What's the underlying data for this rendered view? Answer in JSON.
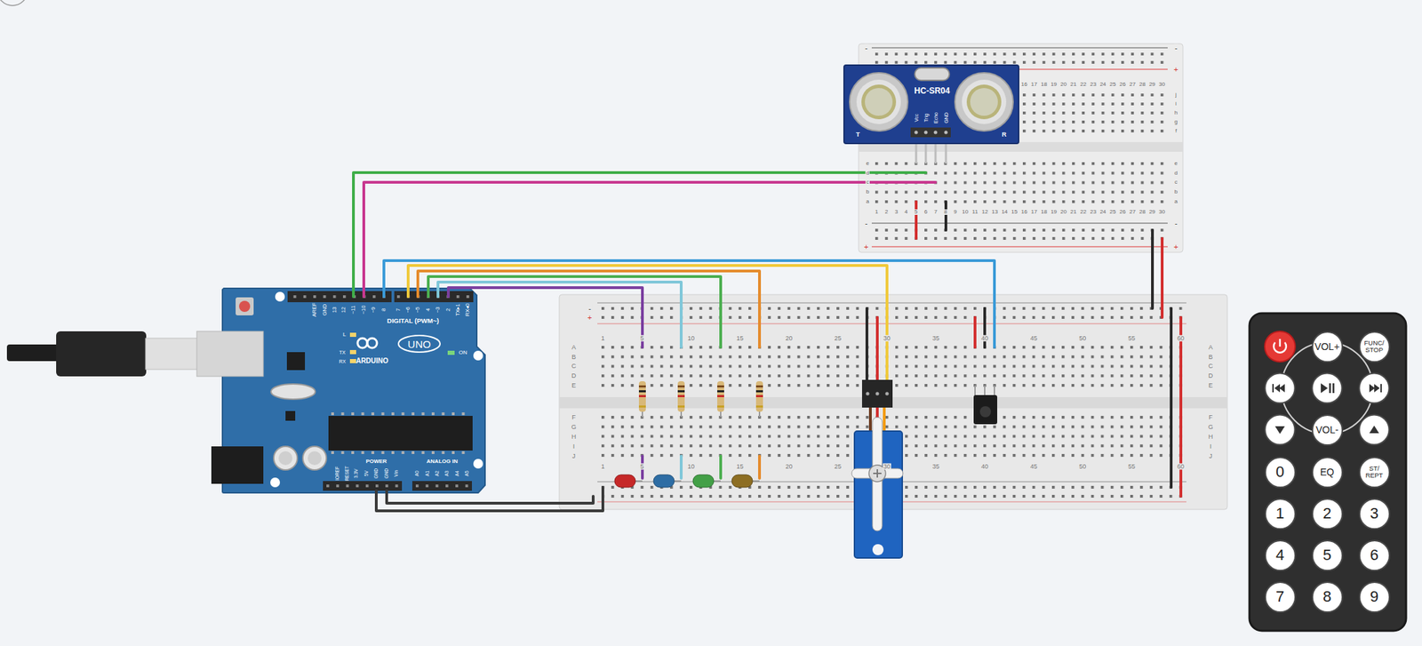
{
  "diagram": {
    "nodes": [
      {
        "text": [
          "VOL+"
        ]
      },
      {
        "text": [
          "FUNC/ STOP"
        ]
      },
      {
        "text": [
          "VOL-"
        ]
      },
      {
        "text": [
          "0"
        ]
      },
      {
        "text": [
          "EQ"
        ]
      },
      {
        "text": [
          "ST/ REPT"
        ]
      },
      {
        "text": [
          "1"
        ]
      },
      {
        "text": [
          "2"
        ]
      },
      {
        "text": [
          "3"
        ]
      },
      {
        "text": [
          "4"
        ]
      },
      {
        "text": [
          "5"
        ]
      },
      {
        "text": [
          "6"
        ]
      },
      {
        "text": [
          "7"
        ]
      },
      {
        "text": [
          "8"
        ]
      },
      {
        "text": [
          "9"
        ]
      }
    ],
    "labels": [
      "AREF",
      "GND",
      "13",
      "12",
      "~11",
      "~10",
      "~9",
      "8",
      "7",
      "~6",
      "~5",
      "4",
      "~3",
      "2",
      "TX▸1",
      "RX◂0",
      "DIGITAL (PWM~)",
      "L",
      "TX",
      "RX",
      "ARDUINO",
      "UNO",
      "ON",
      "IOREF",
      "RESET",
      "3.3V",
      "5V",
      "GND",
      "GND",
      "Vin",
      "POWER",
      "ANALOG IN",
      "A0",
      "A1",
      "A2",
      "A3",
      "A4",
      "A5",
      "HC-SR04",
      "Vcc",
      "Trig",
      "Echo",
      "GND",
      "T",
      "R",
      "16",
      "17",
      "18",
      "19",
      "20",
      "21",
      "22",
      "23",
      "24",
      "25",
      "26",
      "27",
      "28",
      "29",
      "30",
      "1",
      "2",
      "3",
      "4",
      "5",
      "6",
      "7",
      "8",
      "9",
      "10",
      "11",
      "12",
      "13",
      "14",
      "15",
      "16",
      "17",
      "18",
      "19",
      "20",
      "21",
      "22",
      "23",
      "24",
      "25",
      "26",
      "27",
      "28",
      "29",
      "30",
      "j",
      "i",
      "h",
      "g",
      "f",
      "e",
      "d",
      "c",
      "b",
      "a",
      "e",
      "d",
      "c",
      "b",
      "a",
      "-",
      "-",
      "+",
      "-",
      "-",
      "+",
      "+",
      "1",
      "5",
      "10",
      "15",
      "20",
      "25",
      "30",
      "35",
      "40",
      "45",
      "50",
      "55",
      "60",
      "1",
      "5",
      "10",
      "15",
      "20",
      "25",
      "30",
      "35",
      "40",
      "45",
      "50",
      "55",
      "60",
      "A",
      "B",
      "C",
      "D",
      "E",
      "A",
      "B",
      "C",
      "D",
      "E",
      "F",
      "G",
      "H",
      "I",
      "J",
      "F",
      "G",
      "H",
      "I",
      "J",
      "-",
      "+"
    ]
  }
}
